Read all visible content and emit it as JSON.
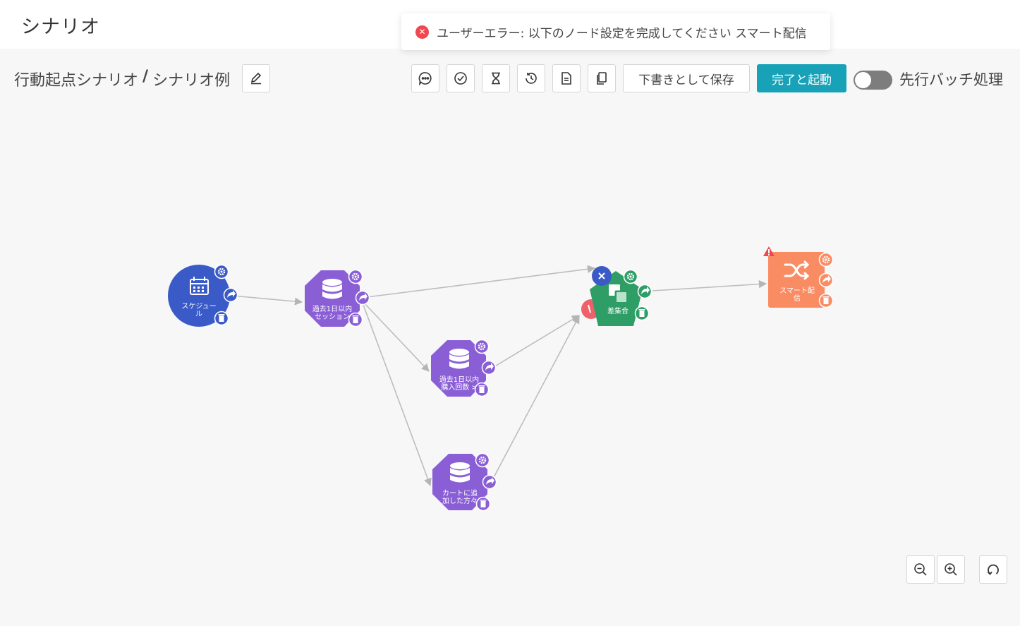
{
  "header": {
    "title": "シナリオ"
  },
  "toast": {
    "message": "ユーザーエラー: 以下のノード設定を完成してください スマート配信"
  },
  "breadcrumb": {
    "parent": "行動起点シナリオ",
    "separator": "/",
    "current": "シナリオ例"
  },
  "toolbar": {
    "draft_label": "下書きとして保存",
    "launch_label": "完了と起動",
    "batch_label": "先行バッチ処理",
    "batch_enabled": false,
    "icons": [
      "message-icon",
      "check-circle-icon",
      "hourglass-icon",
      "history-icon",
      "document-icon",
      "copy-icon"
    ]
  },
  "nodes": {
    "schedule": {
      "label1": "スケジュー",
      "label2": "ル",
      "color": "#3a5bc7"
    },
    "session": {
      "label1": "過去1日以内",
      "label2": "セッション",
      "color": "#8a5fd6"
    },
    "purchase": {
      "label1": "過去1日以内",
      "label2": "購入回数 >",
      "color": "#8a5fd6"
    },
    "cart": {
      "label1": "カートに追",
      "label2": "加した方々",
      "color": "#8a5fd6"
    },
    "diff": {
      "label1": "差集合",
      "color": "#2e9e66"
    },
    "smart": {
      "label1": "スマート配",
      "label2": "信",
      "color": "#fa8c64"
    }
  },
  "colors": {
    "accent": "#17a2b8",
    "error": "#f0474f",
    "edge": "#bdbdbd"
  }
}
